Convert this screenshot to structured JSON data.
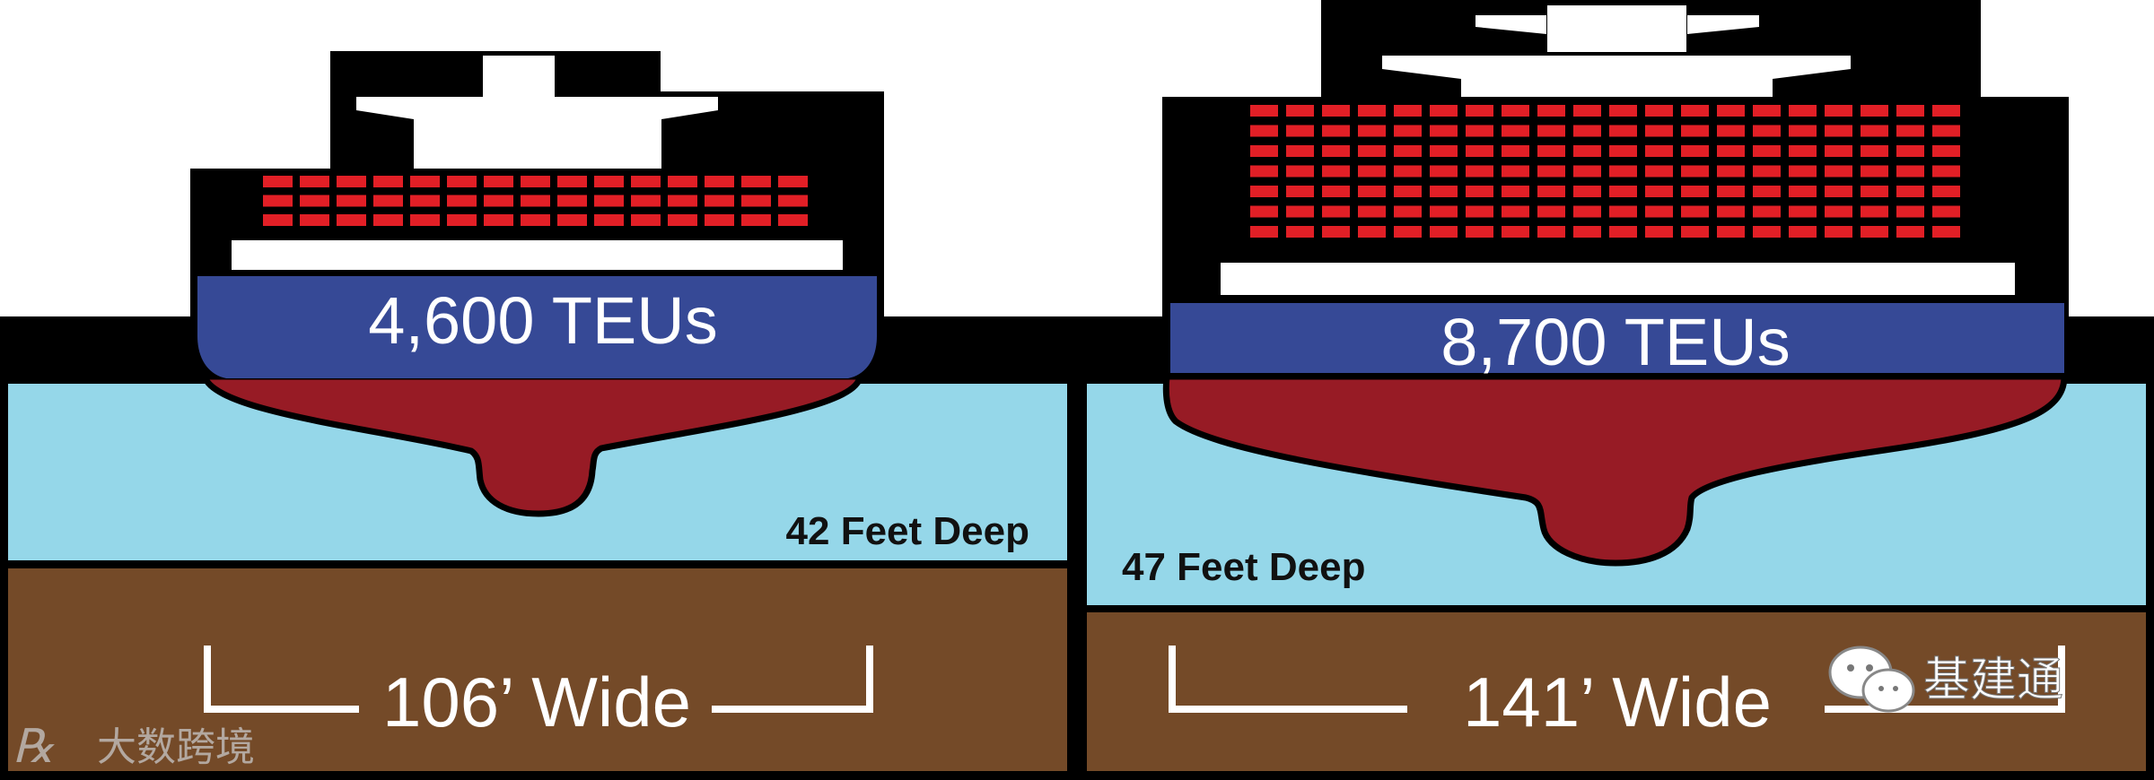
{
  "colors": {
    "outline": "#000000",
    "water": "#95d7e9",
    "soil": "#744a28",
    "hull_blue": "#364996",
    "hull_red": "#971b25",
    "containers": "#e21f26",
    "white": "#ffffff",
    "watermark": "#c8c8c8"
  },
  "small_ship": {
    "capacity_label": "4,600 TEUs",
    "depth_label": "42 Feet Deep",
    "width_label": "106’ Wide"
  },
  "large_ship": {
    "capacity_label": "8,700 TEUs",
    "depth_label": "47 Feet Deep",
    "width_label": "141’ Wide"
  },
  "watermarks": {
    "left_brand": "大数跨境",
    "right_brand": "基建通"
  }
}
